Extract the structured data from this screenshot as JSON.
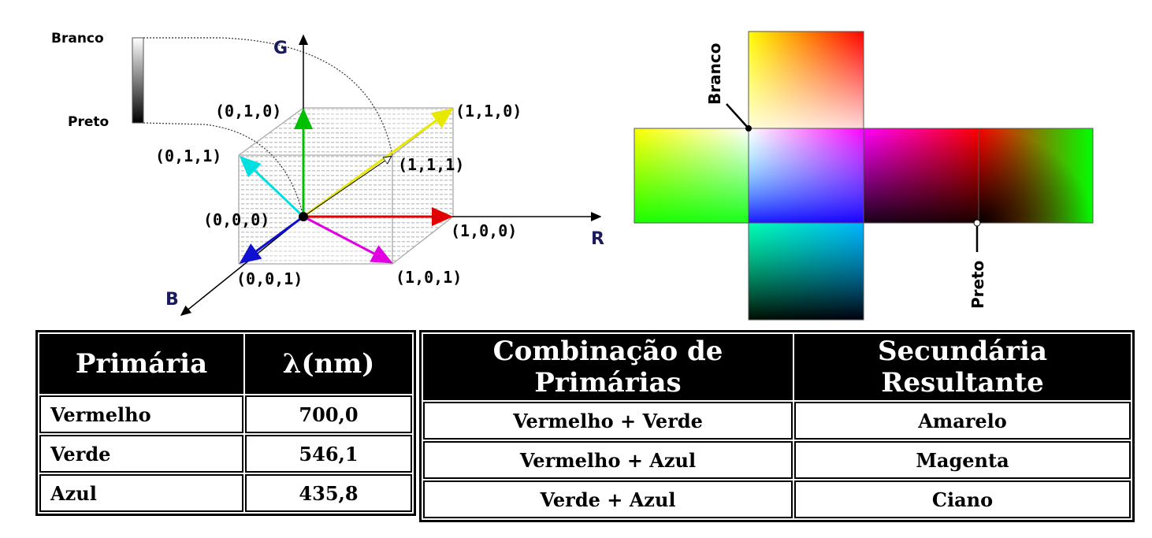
{
  "cube": {
    "axes": {
      "r": "R",
      "g": "G",
      "b": "B"
    },
    "vertices": {
      "origin": "(0,0,0)",
      "red": "(1,0,0)",
      "green": "(0,1,0)",
      "blue": "(0,0,1)",
      "yellow": "(1,1,0)",
      "cyan": "(0,1,1)",
      "magenta": "(1,0,1)",
      "white": "(1,1,1)"
    },
    "grayscale": {
      "top_label": "Branco",
      "bottom_label": "Preto"
    }
  },
  "unfolded": {
    "white_label": "Branco",
    "black_label": "Preto"
  },
  "colors": {
    "red": "#e00000",
    "green": "#00c000",
    "blue": "#1010d0",
    "yellow": "#e8e800",
    "cyan": "#00e0e0",
    "magenta": "#e000e0",
    "axis_label": "#1a1a5e"
  },
  "primaries_table": {
    "headers": [
      "Primária",
      "λ(nm)"
    ],
    "rows": [
      {
        "name": "Vermelho",
        "wavelength": "700,0"
      },
      {
        "name": "Verde",
        "wavelength": "546,1"
      },
      {
        "name": "Azul",
        "wavelength": "435,8"
      }
    ]
  },
  "combinations_table": {
    "headers": [
      "Combinação de Primárias",
      "Secundária Resultante"
    ],
    "rows": [
      {
        "combination": "Vermelho + Verde",
        "result": "Amarelo"
      },
      {
        "combination": "Vermelho + Azul",
        "result": "Magenta"
      },
      {
        "combination": "Verde + Azul",
        "result": "Ciano"
      }
    ]
  }
}
